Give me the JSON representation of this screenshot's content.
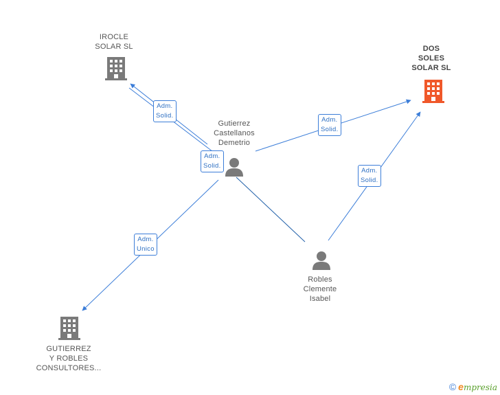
{
  "nodes": {
    "irocle": {
      "label": "IROCLE\nSOLAR SL",
      "icon": "building-icon",
      "color": "#7a7a7a"
    },
    "dos_soles": {
      "label": "DOS\nSOLES\nSOLAR SL",
      "icon": "building-icon",
      "color": "#f0582a"
    },
    "gutierrez_y_robles": {
      "label": "GUTIERREZ\nY ROBLES\nCONSULTORES...",
      "icon": "building-icon",
      "color": "#7a7a7a"
    },
    "gutierrez_demetrio": {
      "label": "Gutierrez\nCastellanos\nDemetrio",
      "icon": "person-icon",
      "color": "#7a7a7a"
    },
    "robles_isabel": {
      "label": "Robles\nClemente\nIsabel",
      "icon": "person-icon",
      "color": "#7a7a7a"
    }
  },
  "edges": [
    {
      "label": "Adm.\nSolid."
    },
    {
      "label": "Adm.\nSolid."
    },
    {
      "label": "Adm.\nSolid."
    },
    {
      "label": "Adm.\nUnico"
    },
    {
      "label": "Adm.\nSolid."
    }
  ],
  "brand": {
    "copyright": "©",
    "e": "e",
    "rest": "mpresia"
  },
  "colors": {
    "edge": "#3b7dd8",
    "line": "#1f5fa8"
  }
}
